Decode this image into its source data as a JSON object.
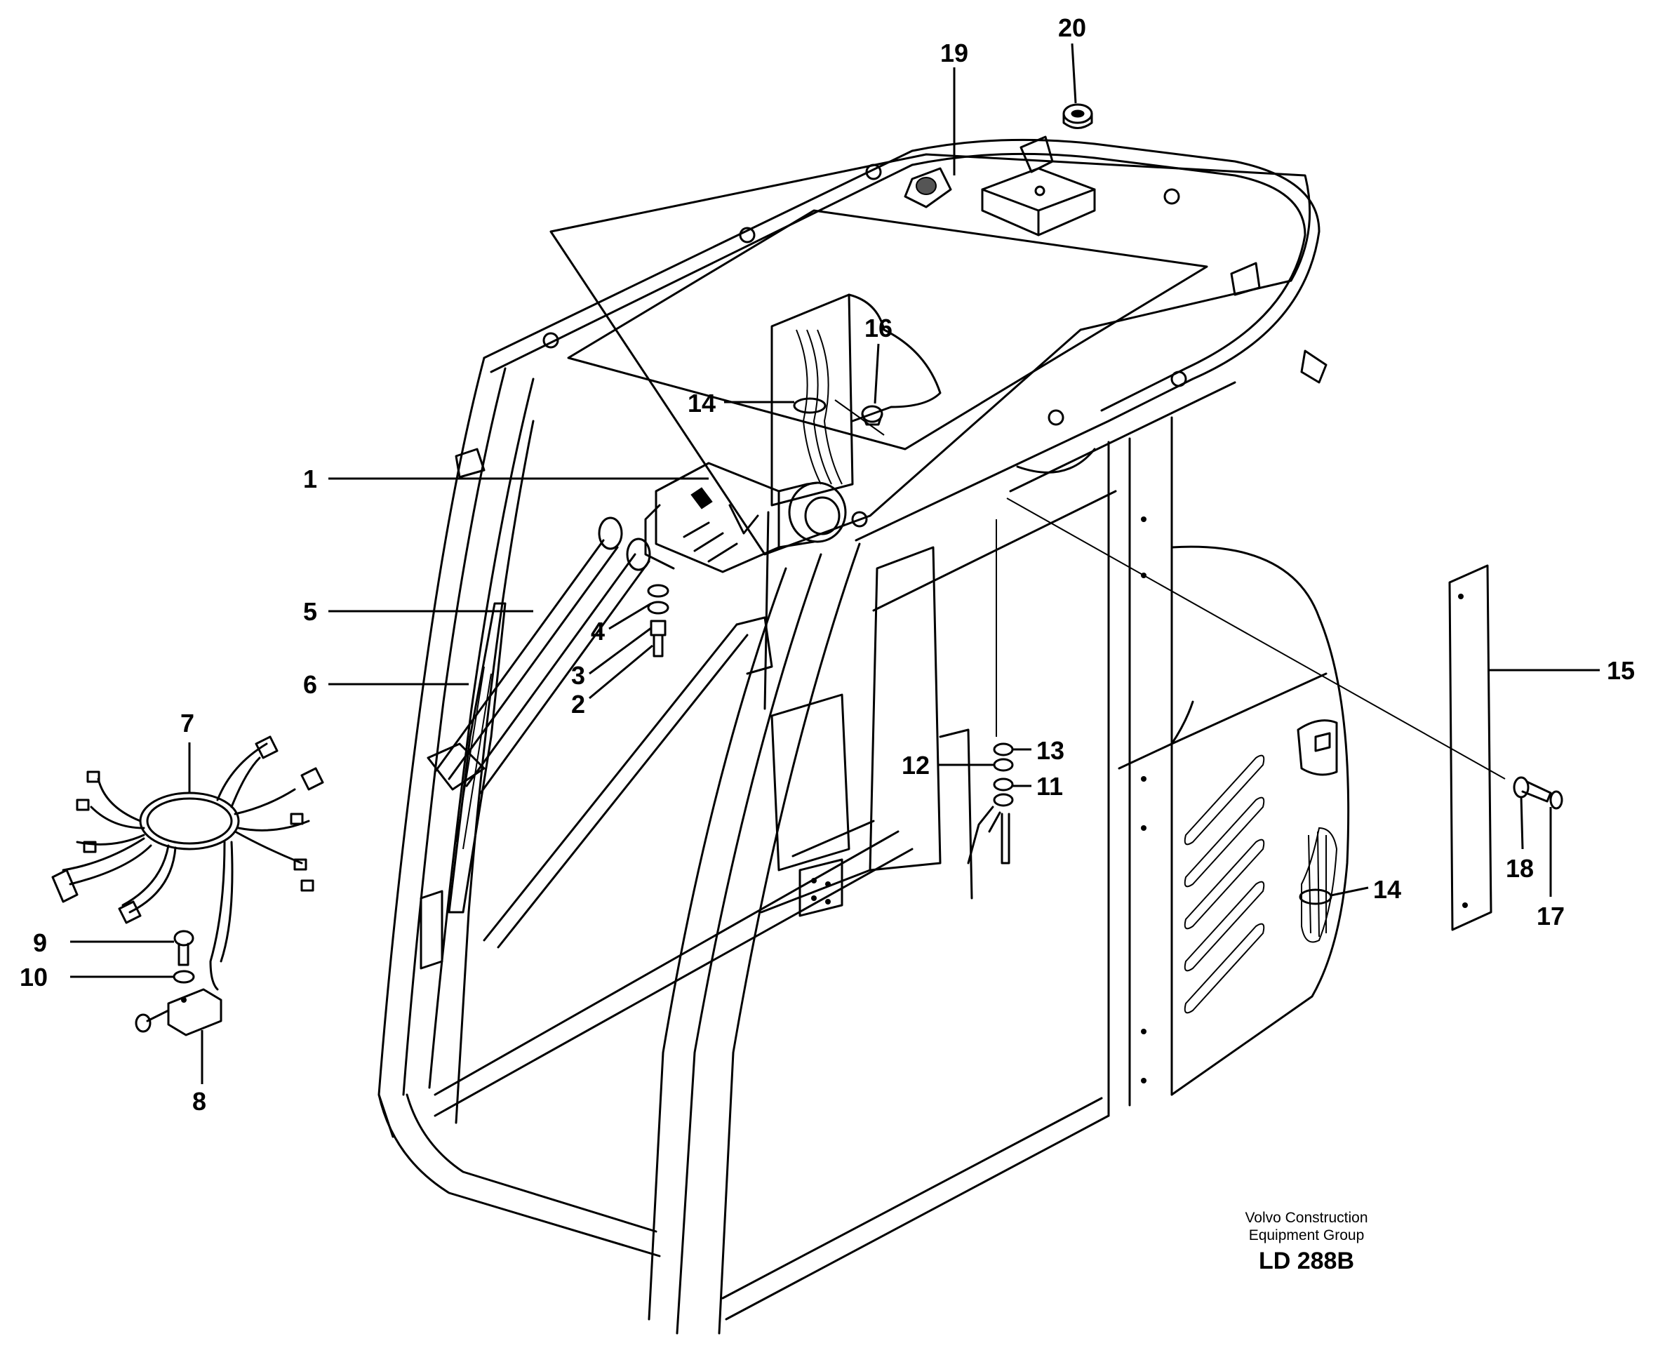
{
  "callouts": {
    "c1": "1",
    "c2": "2",
    "c3": "3",
    "c4": "4",
    "c5": "5",
    "c6": "6",
    "c7": "7",
    "c8": "8",
    "c9": "9",
    "c10": "10",
    "c11": "11",
    "c12": "12",
    "c13": "13",
    "c14a": "14",
    "c14b": "14",
    "c15": "15",
    "c16": "16",
    "c17": "17",
    "c18": "18",
    "c19": "19",
    "c20": "20"
  },
  "footer": {
    "company_line1": "Volvo Construction",
    "company_line2": "Equipment Group",
    "drawing_code": "LD 288B"
  },
  "colors": {
    "ink": "#000000",
    "paper": "#ffffff"
  }
}
